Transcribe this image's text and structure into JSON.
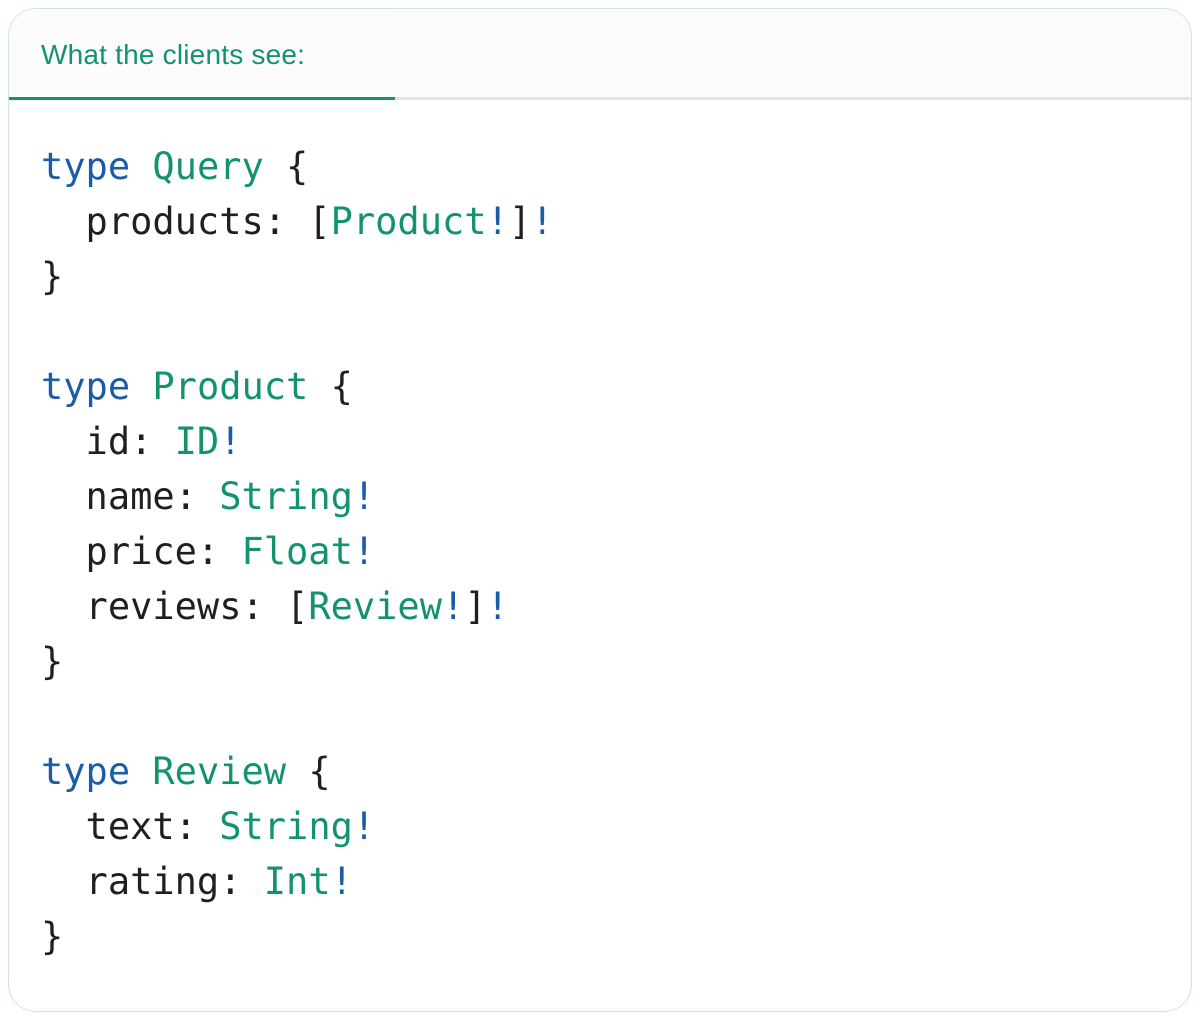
{
  "card": {
    "tab_label": "What the clients see:"
  },
  "colors": {
    "accent_green": "#12936E",
    "keyword_blue": "#1A5CA8",
    "text_dark": "#1D2023",
    "divider_gray": "#E3E3E3",
    "card_border": "#CFE7D6",
    "header_bg": "#FBFBFB"
  },
  "code": {
    "language": "graphql",
    "plain_text": "type Query {\n  products: [Product!]!\n}\n\ntype Product {\n  id: ID!\n  name: String!\n  price: Float!\n  reviews: [Review!]!\n}\n\ntype Review {\n  text: String!\n  rating: Int!\n}",
    "lines": [
      {
        "tokens": [
          {
            "text": "type ",
            "style": "keyword"
          },
          {
            "text": "Query",
            "style": "typename"
          },
          {
            "text": " {",
            "style": "plain"
          }
        ]
      },
      {
        "tokens": [
          {
            "text": "  products: [",
            "style": "plain"
          },
          {
            "text": "Product",
            "style": "typename"
          },
          {
            "text": "!",
            "style": "keyword"
          },
          {
            "text": "]",
            "style": "plain"
          },
          {
            "text": "!",
            "style": "keyword"
          }
        ]
      },
      {
        "tokens": [
          {
            "text": "}",
            "style": "plain"
          }
        ]
      },
      {
        "tokens": []
      },
      {
        "tokens": [
          {
            "text": "type ",
            "style": "keyword"
          },
          {
            "text": "Product",
            "style": "typename"
          },
          {
            "text": " {",
            "style": "plain"
          }
        ]
      },
      {
        "tokens": [
          {
            "text": "  id: ",
            "style": "plain"
          },
          {
            "text": "ID",
            "style": "typename"
          },
          {
            "text": "!",
            "style": "keyword"
          }
        ]
      },
      {
        "tokens": [
          {
            "text": "  name: ",
            "style": "plain"
          },
          {
            "text": "String",
            "style": "typename"
          },
          {
            "text": "!",
            "style": "keyword"
          }
        ]
      },
      {
        "tokens": [
          {
            "text": "  price: ",
            "style": "plain"
          },
          {
            "text": "Float",
            "style": "typename"
          },
          {
            "text": "!",
            "style": "keyword"
          }
        ]
      },
      {
        "tokens": [
          {
            "text": "  reviews: [",
            "style": "plain"
          },
          {
            "text": "Review",
            "style": "typename"
          },
          {
            "text": "!",
            "style": "keyword"
          },
          {
            "text": "]",
            "style": "plain"
          },
          {
            "text": "!",
            "style": "keyword"
          }
        ]
      },
      {
        "tokens": [
          {
            "text": "}",
            "style": "plain"
          }
        ]
      },
      {
        "tokens": []
      },
      {
        "tokens": [
          {
            "text": "type ",
            "style": "keyword"
          },
          {
            "text": "Review",
            "style": "typename"
          },
          {
            "text": " {",
            "style": "plain"
          }
        ]
      },
      {
        "tokens": [
          {
            "text": "  text: ",
            "style": "plain"
          },
          {
            "text": "String",
            "style": "typename"
          },
          {
            "text": "!",
            "style": "keyword"
          }
        ]
      },
      {
        "tokens": [
          {
            "text": "  rating: ",
            "style": "plain"
          },
          {
            "text": "Int",
            "style": "typename"
          },
          {
            "text": "!",
            "style": "keyword"
          }
        ]
      },
      {
        "tokens": [
          {
            "text": "}",
            "style": "plain"
          }
        ]
      }
    ]
  }
}
